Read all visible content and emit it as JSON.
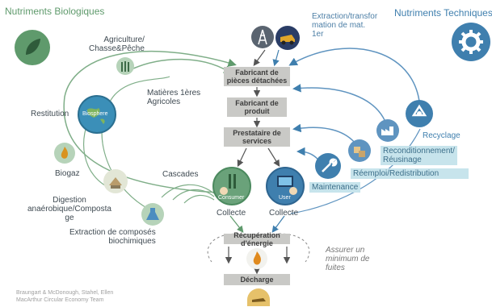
{
  "headers": {
    "bio": "Nutriments Biologiques",
    "tech": "Nutriments Techniques"
  },
  "bio_labels": {
    "agriculture": "Agriculture/\nChasse&Pêche",
    "matieres": "Matières 1ères\nAgricoles",
    "restitution": "Restitution",
    "biosphere": "Biosphere",
    "biogaz": "Biogaz",
    "digestion": "Digestion\nanaérobique/Composta\nge",
    "extraction_bio": "Extraction de composés\nbiochimiques",
    "cascades": "Cascades"
  },
  "flow_boxes": {
    "fabricant_pieces": "Fabricant de\npièces détachées",
    "fabricant_produit": "Fabricant de\nproduit",
    "prestataire": "Prestataire de\nservices",
    "recuperation": "Récupération d'énergie",
    "decharge": "Décharge"
  },
  "center_labels": {
    "extraction_tech": "Extraction/transfor\nmation de mat.\n1er",
    "consumer": "Consumer",
    "user": "User",
    "collecte_left": "Collecte",
    "collecte_right": "Collecte",
    "assurer": "Assurer un\nminimum de\nfuites"
  },
  "tech_labels": {
    "recyclage": "Recyclage",
    "reconditionnement": "Reconditionnement/\nRéusinage",
    "reemploi": "Réemploi/Redistribution",
    "maintenance": "Maintenance"
  },
  "footer": "Braungart & McDonough, Stahel, Ellen\nMacArthur Circular Economy Team",
  "colors": {
    "bio_green": "#5f9a6c",
    "bio_light": "#b6d3b9",
    "tech_blue": "#3f7fae",
    "tech_light": "#c7e4ec",
    "box_gray": "#c9c9c6"
  }
}
